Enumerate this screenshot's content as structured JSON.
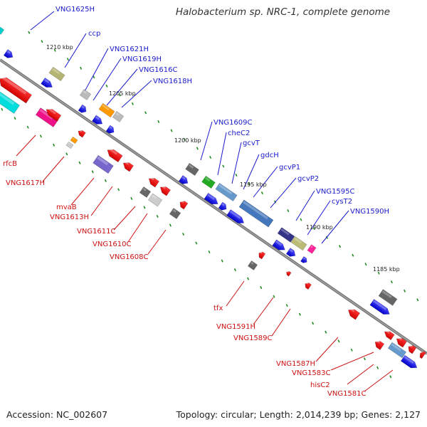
{
  "title": "Halobacterium sp. NRC-1, complete genome",
  "footer": {
    "accession": "Accession: NC_002607",
    "stats": "Topology: circular; Length: 2,014,239 bp; Genes: 2,127"
  },
  "colors": {
    "forward_label": "#1a1acc",
    "reverse_label": "#cc1111",
    "backbone": "#777777",
    "tick": "#228b22"
  },
  "scale_labels": [
    "1210 kbp",
    "1205 kbp",
    "1200 kbp",
    "1195 kbp",
    "1190 kbp",
    "1185 kbp"
  ],
  "forward_genes": [
    "VNG1625H",
    "ccp",
    "VNG1621H",
    "VNG1619H",
    "VNG1616C",
    "VNG1618H",
    "VNG1609C",
    "cheC2",
    "gcvT",
    "gdcH",
    "gcvP1",
    "gcvP2",
    "VNG1595C",
    "cysT2",
    "VNG1590H"
  ],
  "reverse_genes": [
    "rfcB",
    "VNG1617H",
    "mvaB",
    "VNG1613H",
    "VNG1611C",
    "VNG1610C",
    "VNG1608C",
    "tfx",
    "VNG1591H",
    "VNG1589C",
    "VNG1587H",
    "VNG1583C",
    "hisC2",
    "VNG1581C"
  ]
}
